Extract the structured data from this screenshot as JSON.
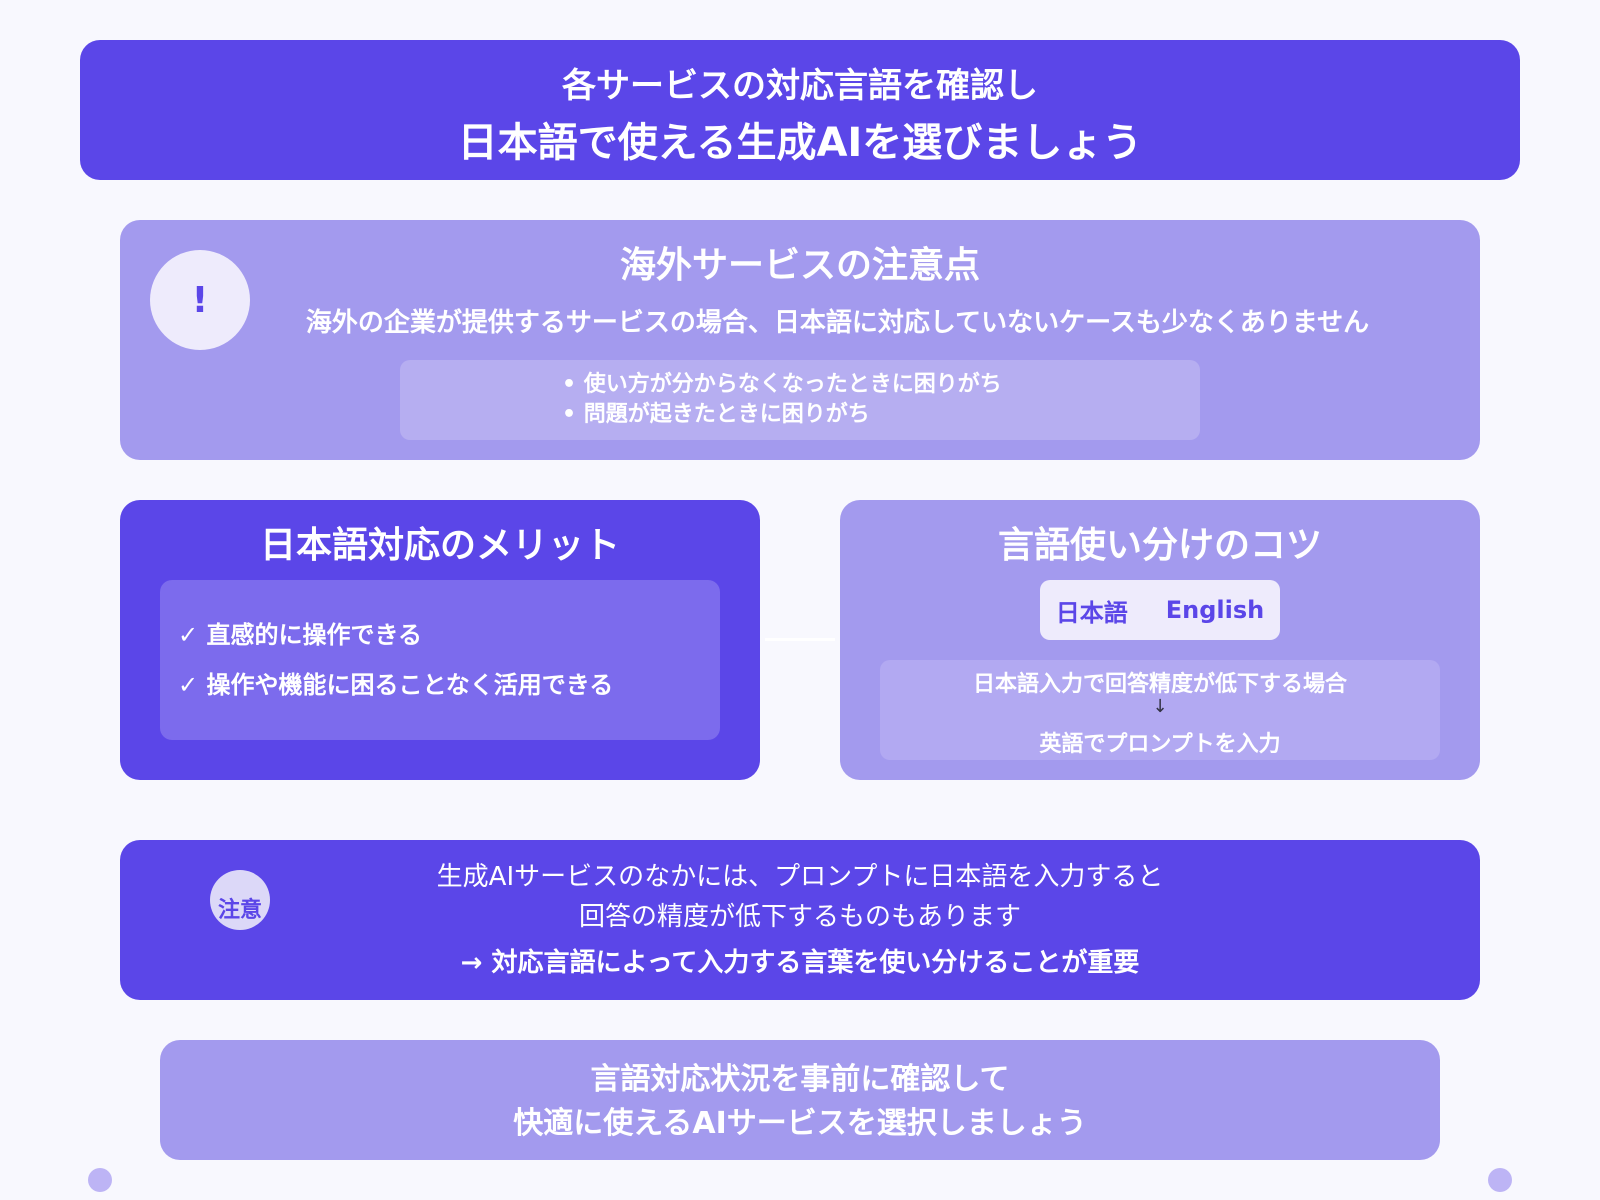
{
  "colors": {
    "background": "#f8f8fe",
    "primary": "#5b46e8",
    "secondary": "#a39aee",
    "panel_light": "#eeebfc"
  },
  "header": {
    "line1": "各サービスの対応言語を確認し",
    "line2": "日本語で使える生成AIを選びましょう"
  },
  "warning": {
    "icon": "!",
    "title": "海外サービスの注意点",
    "description": "海外の企業が提供するサービスの場合、日本語に対応していないケースも少なくありません",
    "bullets": [
      "• 使い方が分からなくなったときに困りがち",
      "• 問題が起きたときに困りがち"
    ]
  },
  "merit": {
    "title": "日本語対応のメリット",
    "items": [
      "✓ 直感的に操作できる",
      "✓ 操作や機能に困ることなく活用できる"
    ]
  },
  "tips": {
    "title": "言語使い分けのコツ",
    "languages": [
      "日本語",
      "English"
    ],
    "flow": {
      "condition": "日本語入力で回答精度が低下する場合",
      "arrow": "↓",
      "action": "英語でプロンプトを入力"
    }
  },
  "notice": {
    "badge": "注意",
    "line1": "生成AIサービスのなかには、プロンプトに日本語を入力すると",
    "line2": "回答の精度が低下するものもあります",
    "line3": "→ 対応言語によって入力する言葉を使い分けることが重要"
  },
  "footer": {
    "line1": "言語対応状況を事前に確認して",
    "line2": "快適に使えるAIサービスを選択しましょう"
  }
}
